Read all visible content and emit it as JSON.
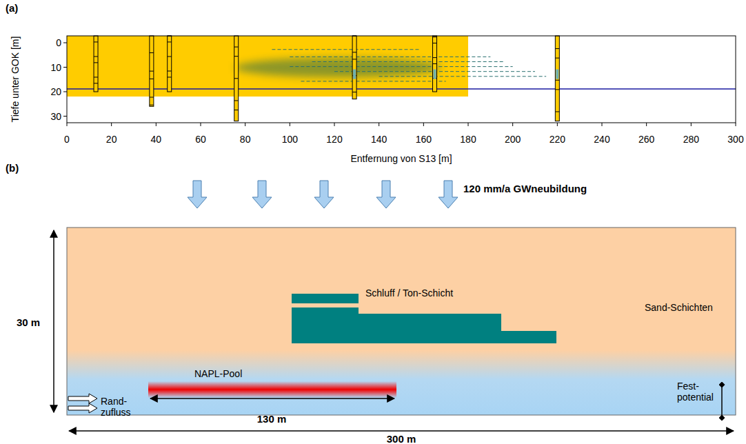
{
  "diagram": {
    "labels": [
      "(a)",
      "Tiefe unter GOK [m]",
      "0",
      "10",
      "20",
      "30",
      "0",
      "20",
      "40",
      "60",
      "80",
      "100",
      "120",
      "140",
      "160",
      "180",
      "200",
      "220",
      "240",
      "260",
      "280",
      "300",
      "Entfernung von S13 [m]",
      "(b)",
      "120 mm/a GWneubildung",
      "30 m",
      "Schluff / Ton-Schicht",
      "Sand-Schichten",
      "NAPL-Pool",
      "130 m",
      "Rand- zufluss",
      "Fest- potential",
      "300 m"
    ]
  }
}
